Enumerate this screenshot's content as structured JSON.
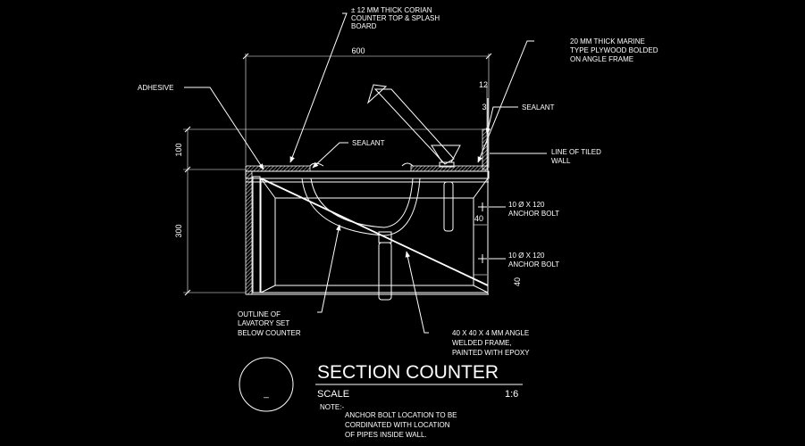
{
  "labels": {
    "corian_1": "± 12 MM THICK CORIAN",
    "corian_2": "COUNTER TOP & SPLASH",
    "corian_3": "BOARD",
    "plywood_1": "20 MM THICK MARINE",
    "plywood_2": "TYPE PLYWOOD BOLDED",
    "plywood_3": "ON ANGLE FRAME",
    "adhesive": "ADHESIVE",
    "sealant_right": "SEALANT",
    "sealant_mid": "SEALANT",
    "tiled_1": "LINE OF TILED",
    "tiled_2": "WALL",
    "anchor1_1": "10 Ø X 120",
    "anchor1_2": "ANCHOR BOLT",
    "anchor2_1": "10 Ø X 120",
    "anchor2_2": "ANCHOR BOLT",
    "lav_1": "OUTLINE OF",
    "lav_2": "LAVATORY SET",
    "lav_3": "BELOW COUNTER",
    "angle_1": "40 X 40 X 4 MM  ANGLE",
    "angle_2": "WELDED FRAME,",
    "angle_3": "PAINTED WITH EPOXY"
  },
  "dimensions": {
    "width": "600",
    "splash_h": "100",
    "body_h": "300",
    "top_12": "12",
    "side_3": "3",
    "anchor_40_a": "40",
    "anchor_40_b": "40"
  },
  "title_block": {
    "title": "SECTION COUNTER",
    "scale_label": "SCALE",
    "scale_value": "1:6",
    "bubble_mark": "_",
    "note_label": "NOTE:-",
    "note_1": "ANCHOR BOLT LOCATION TO BE",
    "note_2": "CORDINATED WITH LOCATION",
    "note_3": "OF PIPES INSIDE WALL."
  }
}
